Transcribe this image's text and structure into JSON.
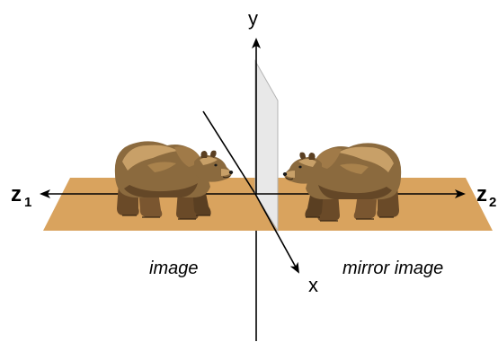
{
  "axes": {
    "y_label": "y",
    "x_label": "x",
    "z1_main": "z",
    "z1_sub": "1",
    "z2_main": "z",
    "z2_sub": "2"
  },
  "captions": {
    "left": "image",
    "right": "mirror image"
  },
  "colors": {
    "floor": "#d9a35e",
    "mirror": "#e8e8e8",
    "mirror_edge": "#b4b4b4",
    "bear_dark": "#5a3f22",
    "bear_mid": "#8b6a3e",
    "bear_light": "#c8a068",
    "axis": "#000000"
  },
  "icons": {
    "left_figure": "bear-icon",
    "right_figure": "bear-icon"
  }
}
